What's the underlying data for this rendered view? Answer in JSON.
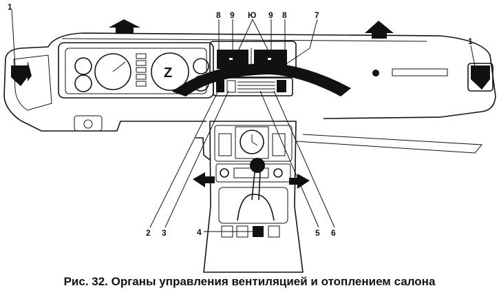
{
  "figure": {
    "caption": "Рис. 32. Органы управления вентиляцией и отоплением салона",
    "callouts": {
      "left_side_vent": "1",
      "left_center_vent_flap": "8",
      "left_center_vent_grille": "9",
      "center_vent_divider": "Ю",
      "right_center_vent_grille": "9",
      "right_center_vent_flap": "8",
      "windshield_airflow": "7",
      "right_side_vent": "1",
      "heater_lever": "2",
      "floor_flap_lever": "3",
      "fan_switch": "4",
      "air_lever": "5",
      "temperature_lever": "6"
    }
  }
}
